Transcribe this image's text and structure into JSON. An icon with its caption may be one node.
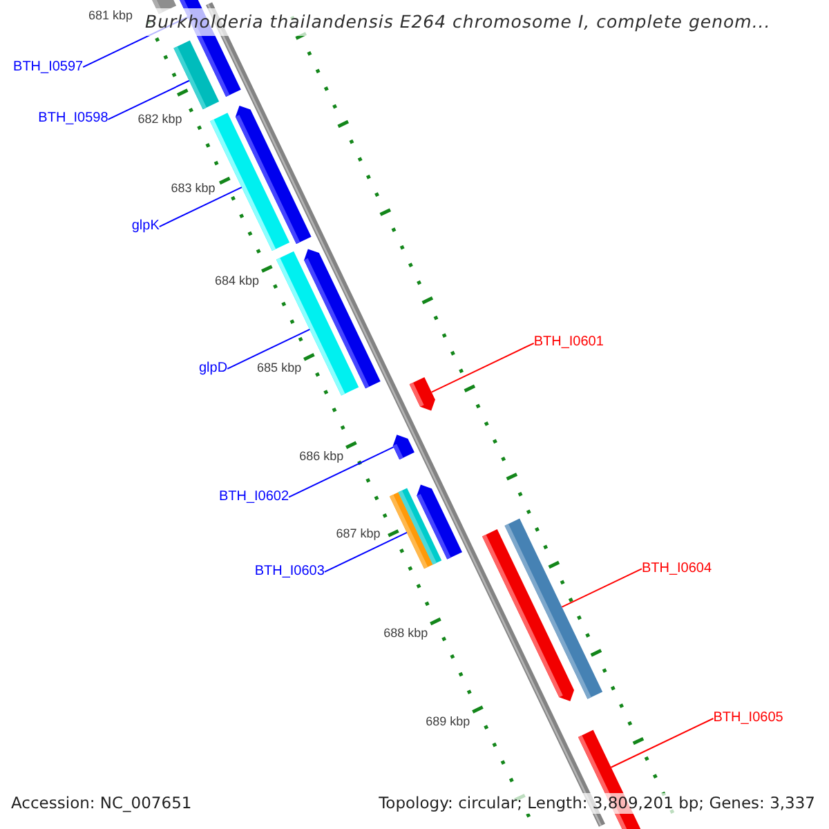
{
  "diagram": {
    "title": "Burkholderia thailandensis E264 chromosome I, complete genom...",
    "nodes": [
      {
        "text": [
          "BTH_I0597"
        ]
      },
      {
        "text": [
          "BTH_I0598"
        ]
      },
      {
        "text": [
          "glpK"
        ]
      },
      {
        "text": [
          "BTH_I0601"
        ]
      },
      {
        "text": [
          "glpD"
        ]
      },
      {
        "text": [
          "BTH_I0602"
        ]
      },
      {
        "text": [
          "BTH_I0603"
        ]
      },
      {
        "text": [
          "BTH_I0604"
        ]
      },
      {
        "text": [
          "BTH_I0605"
        ]
      },
      {
        "text": [],
        "shape": "bar"
      },
      {
        "text": [],
        "shape": "pentagon"
      },
      {
        "text": [],
        "shape": "bar"
      },
      {
        "text": [],
        "shape": "pentagon"
      },
      {
        "text": [],
        "shape": "bar"
      },
      {
        "text": [],
        "shape": "pentagon"
      },
      {
        "text": [],
        "shape": "bar"
      },
      {
        "text": [],
        "shape": "pentagon"
      },
      {
        "text": [],
        "shape": "pentagon"
      },
      {
        "text": [],
        "shape": "pentagon"
      },
      {
        "text": [],
        "shape": "bar"
      },
      {
        "text": [],
        "shape": "bar"
      },
      {
        "text": [],
        "shape": "bar"
      },
      {
        "text": [],
        "shape": "pentagon"
      },
      {
        "text": [],
        "shape": "pentagon"
      }
    ],
    "edges": [
      {
        "from": 0,
        "to": 10,
        "arrow": "none"
      },
      {
        "from": 1,
        "to": 11,
        "arrow": "none"
      },
      {
        "from": 2,
        "to": 13,
        "arrow": "none"
      },
      {
        "from": 3,
        "to": 16,
        "arrow": "none",
        "color": "#ff0000"
      },
      {
        "from": 4,
        "to": 15,
        "arrow": "none"
      },
      {
        "from": 5,
        "to": 17,
        "arrow": "none"
      },
      {
        "from": 6,
        "to": 19,
        "arrow": "none"
      },
      {
        "from": 7,
        "to": 21,
        "arrow": "none",
        "color": "#ff0000"
      },
      {
        "from": 8,
        "to": 23,
        "arrow": "none",
        "color": "#ff0000"
      }
    ],
    "labels": [
      "681 kbp",
      "682 kbp",
      "683 kbp",
      "684 kbp",
      "685 kbp",
      "686 kbp",
      "687 kbp",
      "688 kbp",
      "689 kbp",
      "Accession: NC_007651",
      "Topology: circular; Length: 3,809,201 bp; Genes: 3,337"
    ]
  }
}
